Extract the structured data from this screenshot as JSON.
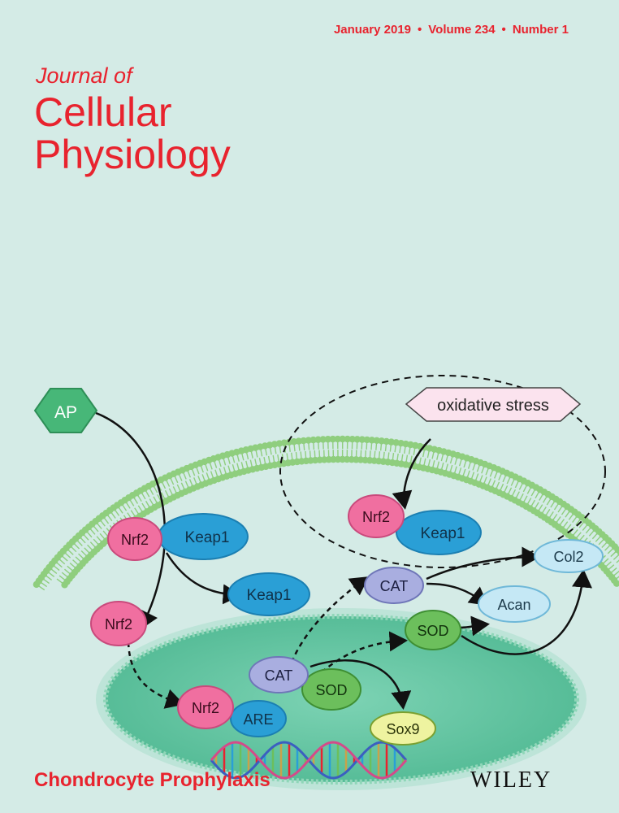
{
  "header": {
    "date": "January 2019",
    "volume": "Volume 234",
    "number": "Number 1",
    "separator": "•"
  },
  "journal": {
    "line1": "Journal of",
    "line2": "Cellular",
    "line3": "Physiology"
  },
  "diagram": {
    "ap": "AP",
    "oxidative_stress": "oxidative stress",
    "nrf2": "Nrf2",
    "keap1": "Keap1",
    "cat": "CAT",
    "sod": "SOD",
    "acan": "Acan",
    "col2": "Col2",
    "are": "ARE",
    "sox9": "Sox9"
  },
  "footer": {
    "title": "Chondrocyte Prophylaxis",
    "publisher": "WILEY"
  },
  "colors": {
    "background": "#d4ebe6",
    "red": "#e8232e",
    "membrane": "#8fce7e",
    "nucleus": "#5fc0a2",
    "nrf2": "#f06fa0",
    "keap1": "#2a9fd6",
    "cat": "#a9aee0",
    "sod": "#6cbf5c",
    "acan": "#c5e8f5",
    "sox9": "#eef3a0",
    "ap": "#47b778",
    "oxidative": "#fbe3ee"
  }
}
